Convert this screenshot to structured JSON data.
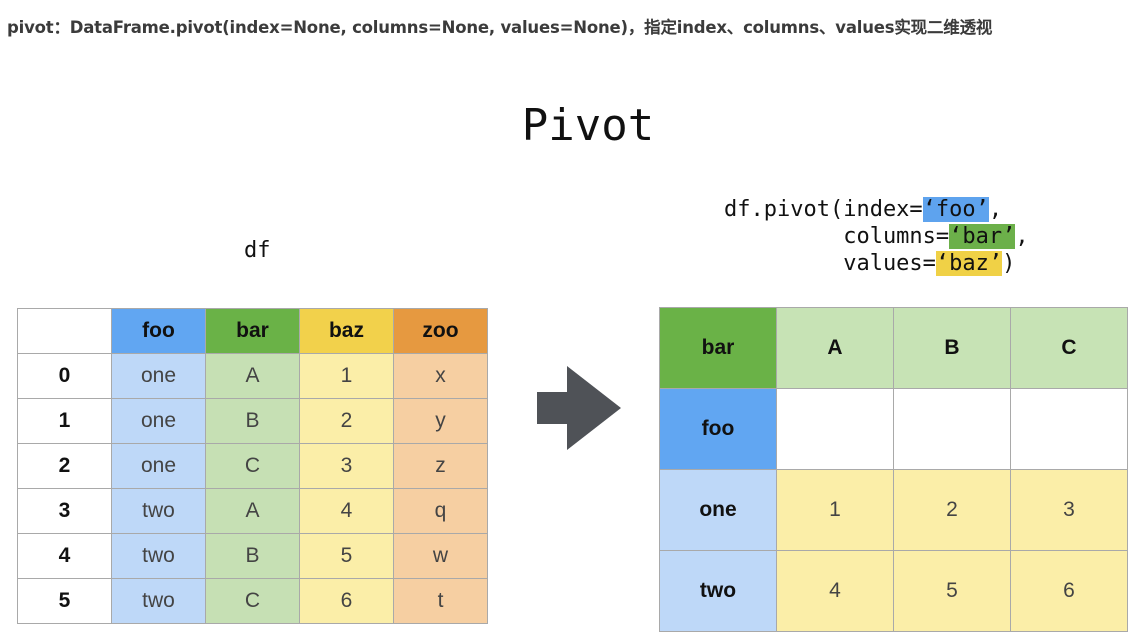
{
  "caption": "pivot：DataFrame.pivot(index=None, columns=None, values=None)，指定index、columns、values实现二维透视",
  "title": "Pivot",
  "df_label": "df",
  "code": {
    "line1_prefix": "df.pivot(index=",
    "index_arg": "‘foo’",
    "line1_suffix": ",",
    "line2_prefix": "         columns=",
    "columns_arg": "‘bar’",
    "line2_suffix": ",",
    "line3_prefix": "         values=",
    "values_arg": "‘baz’",
    "line3_suffix": ")"
  },
  "source_table": {
    "headers": [
      "foo",
      "bar",
      "baz",
      "zoo"
    ],
    "rows": [
      {
        "index": "0",
        "foo": "one",
        "bar": "A",
        "baz": "1",
        "zoo": "x"
      },
      {
        "index": "1",
        "foo": "one",
        "bar": "B",
        "baz": "2",
        "zoo": "y"
      },
      {
        "index": "2",
        "foo": "one",
        "bar": "C",
        "baz": "3",
        "zoo": "z"
      },
      {
        "index": "3",
        "foo": "two",
        "bar": "A",
        "baz": "4",
        "zoo": "q"
      },
      {
        "index": "4",
        "foo": "two",
        "bar": "B",
        "baz": "5",
        "zoo": "w"
      },
      {
        "index": "5",
        "foo": "two",
        "bar": "C",
        "baz": "6",
        "zoo": "t"
      }
    ]
  },
  "result_table": {
    "columns_name": "bar",
    "index_name": "foo",
    "columns": [
      "A",
      "B",
      "C"
    ],
    "rows": [
      {
        "index": "one",
        "values": [
          "1",
          "2",
          "3"
        ]
      },
      {
        "index": "two",
        "values": [
          "4",
          "5",
          "6"
        ]
      }
    ]
  },
  "colors": {
    "foo": "#61a6f2",
    "bar": "#6ab247",
    "baz": "#f2d14b",
    "zoo": "#e69940",
    "arrow": "#4f5257"
  },
  "icons": {
    "arrow": "right-arrow-icon"
  }
}
